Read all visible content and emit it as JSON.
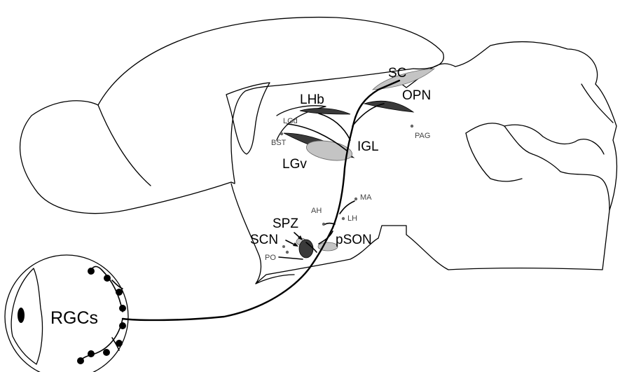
{
  "labels": {
    "sc": "SC",
    "lhb": "LHb",
    "opn": "OPN",
    "lgd": "LGd",
    "pag": "PAG",
    "bst": "BST",
    "igl": "IGL",
    "lgv": "LGv",
    "ma": "MA",
    "ah": "AH",
    "lh": "LH",
    "spz": "SPZ",
    "scn": "SCN",
    "pson": "pSON",
    "po": "PO",
    "rgcs": "RGCs"
  },
  "colors": {
    "dark_nucleus": "#3a3a3a",
    "light_nucleus": "#c4c4c4",
    "line": "#000000"
  }
}
